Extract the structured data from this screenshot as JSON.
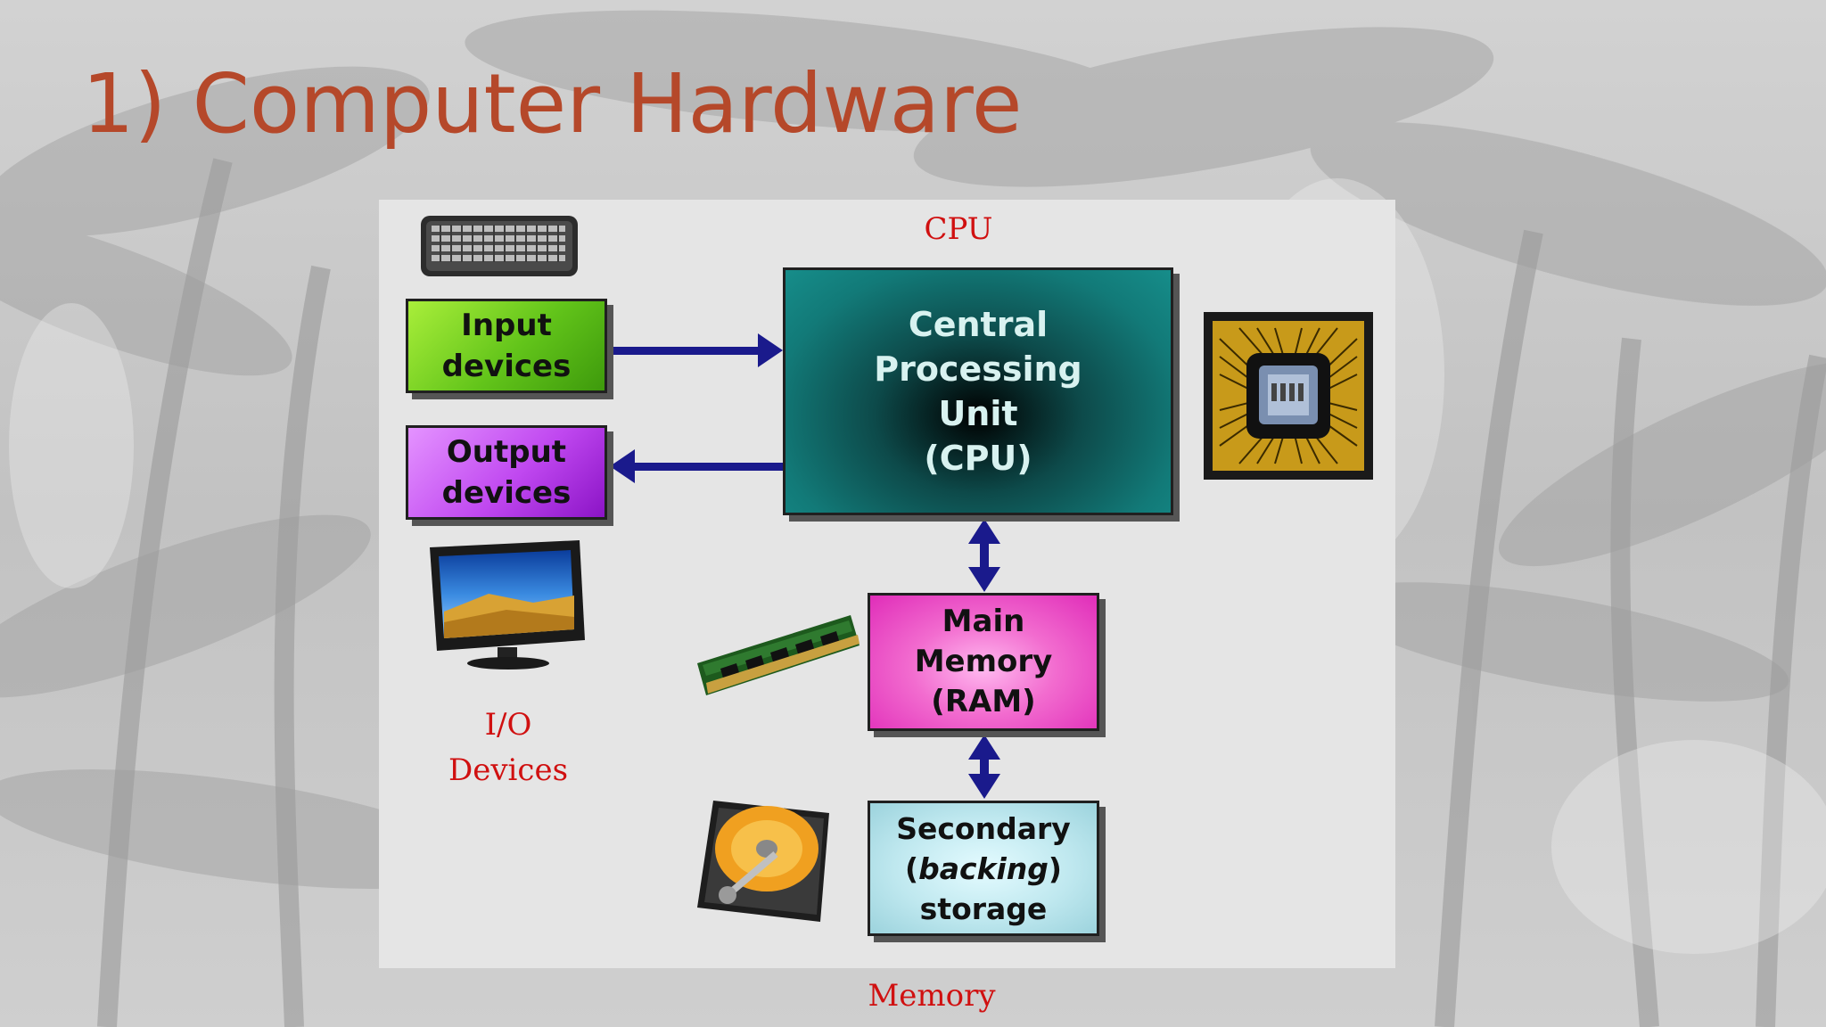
{
  "slide": {
    "title": "1) Computer Hardware"
  },
  "labels": {
    "cpu": "CPU",
    "io_line1": "I/O",
    "io_line2": "Devices",
    "memory": "Memory"
  },
  "boxes": {
    "input": {
      "line1": "Input",
      "line2": "devices"
    },
    "output": {
      "line1": "Output",
      "line2": "devices"
    },
    "cpu": {
      "line1": "Central",
      "line2": "Processing",
      "line3": "Unit",
      "line4": "(CPU)"
    },
    "ram": {
      "line1": "Main",
      "line2": "Memory",
      "line3": "(RAM)"
    },
    "storage": {
      "line1": "Secondary",
      "line2_open": "(",
      "line2_italic": "backing",
      "line2_close": ")",
      "line3": "storage"
    }
  },
  "icons": [
    "keyboard-icon",
    "monitor-icon",
    "cpu-chip-icon",
    "ram-stick-icon",
    "hard-disk-icon"
  ],
  "colors": {
    "title": "#b5482a",
    "label": "#d01010",
    "arrow": "#1a1a8c",
    "input_box": "#62c41a",
    "output_box": "#c048f0",
    "cpu_box": "#127a78",
    "ram_box": "#f26ccf",
    "storage_box": "#bfe8ef"
  }
}
